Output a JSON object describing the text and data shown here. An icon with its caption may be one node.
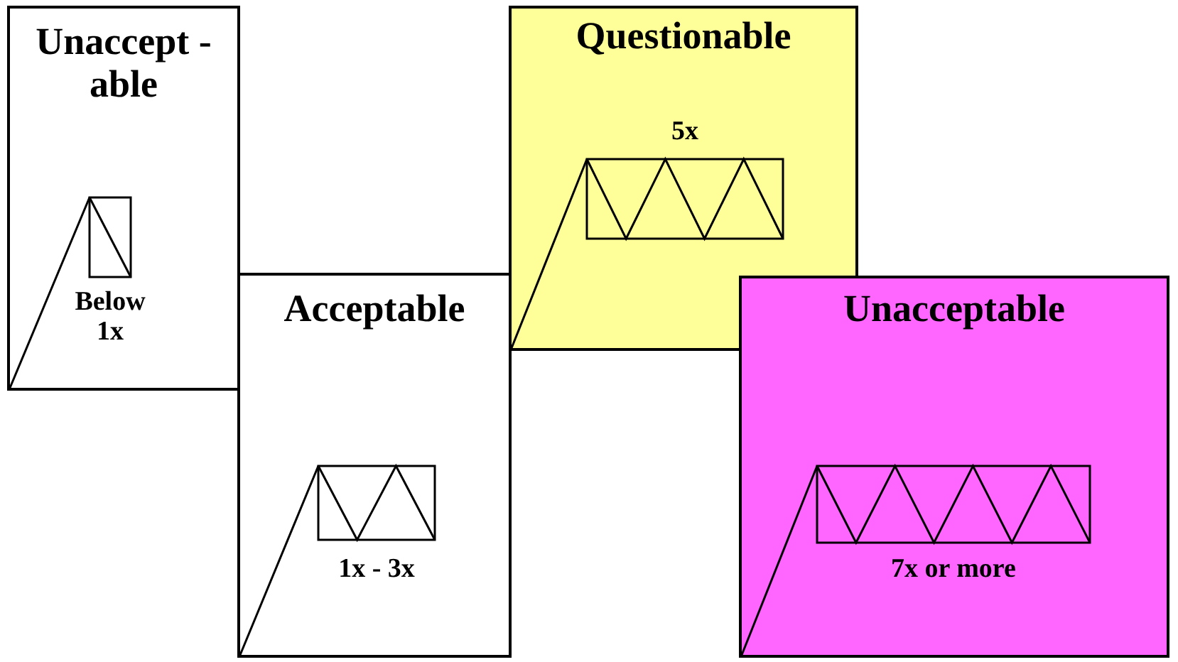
{
  "diagram": {
    "nodes": [
      {
        "text": [
          "Unaccept -able",
          "Below 1x"
        ]
      },
      {
        "text": [
          "Acceptable",
          "1x - 3x"
        ]
      },
      {
        "text": [
          "Questionable",
          "5x"
        ]
      },
      {
        "text": [
          "Unacceptable",
          "7x or more"
        ]
      }
    ]
  }
}
